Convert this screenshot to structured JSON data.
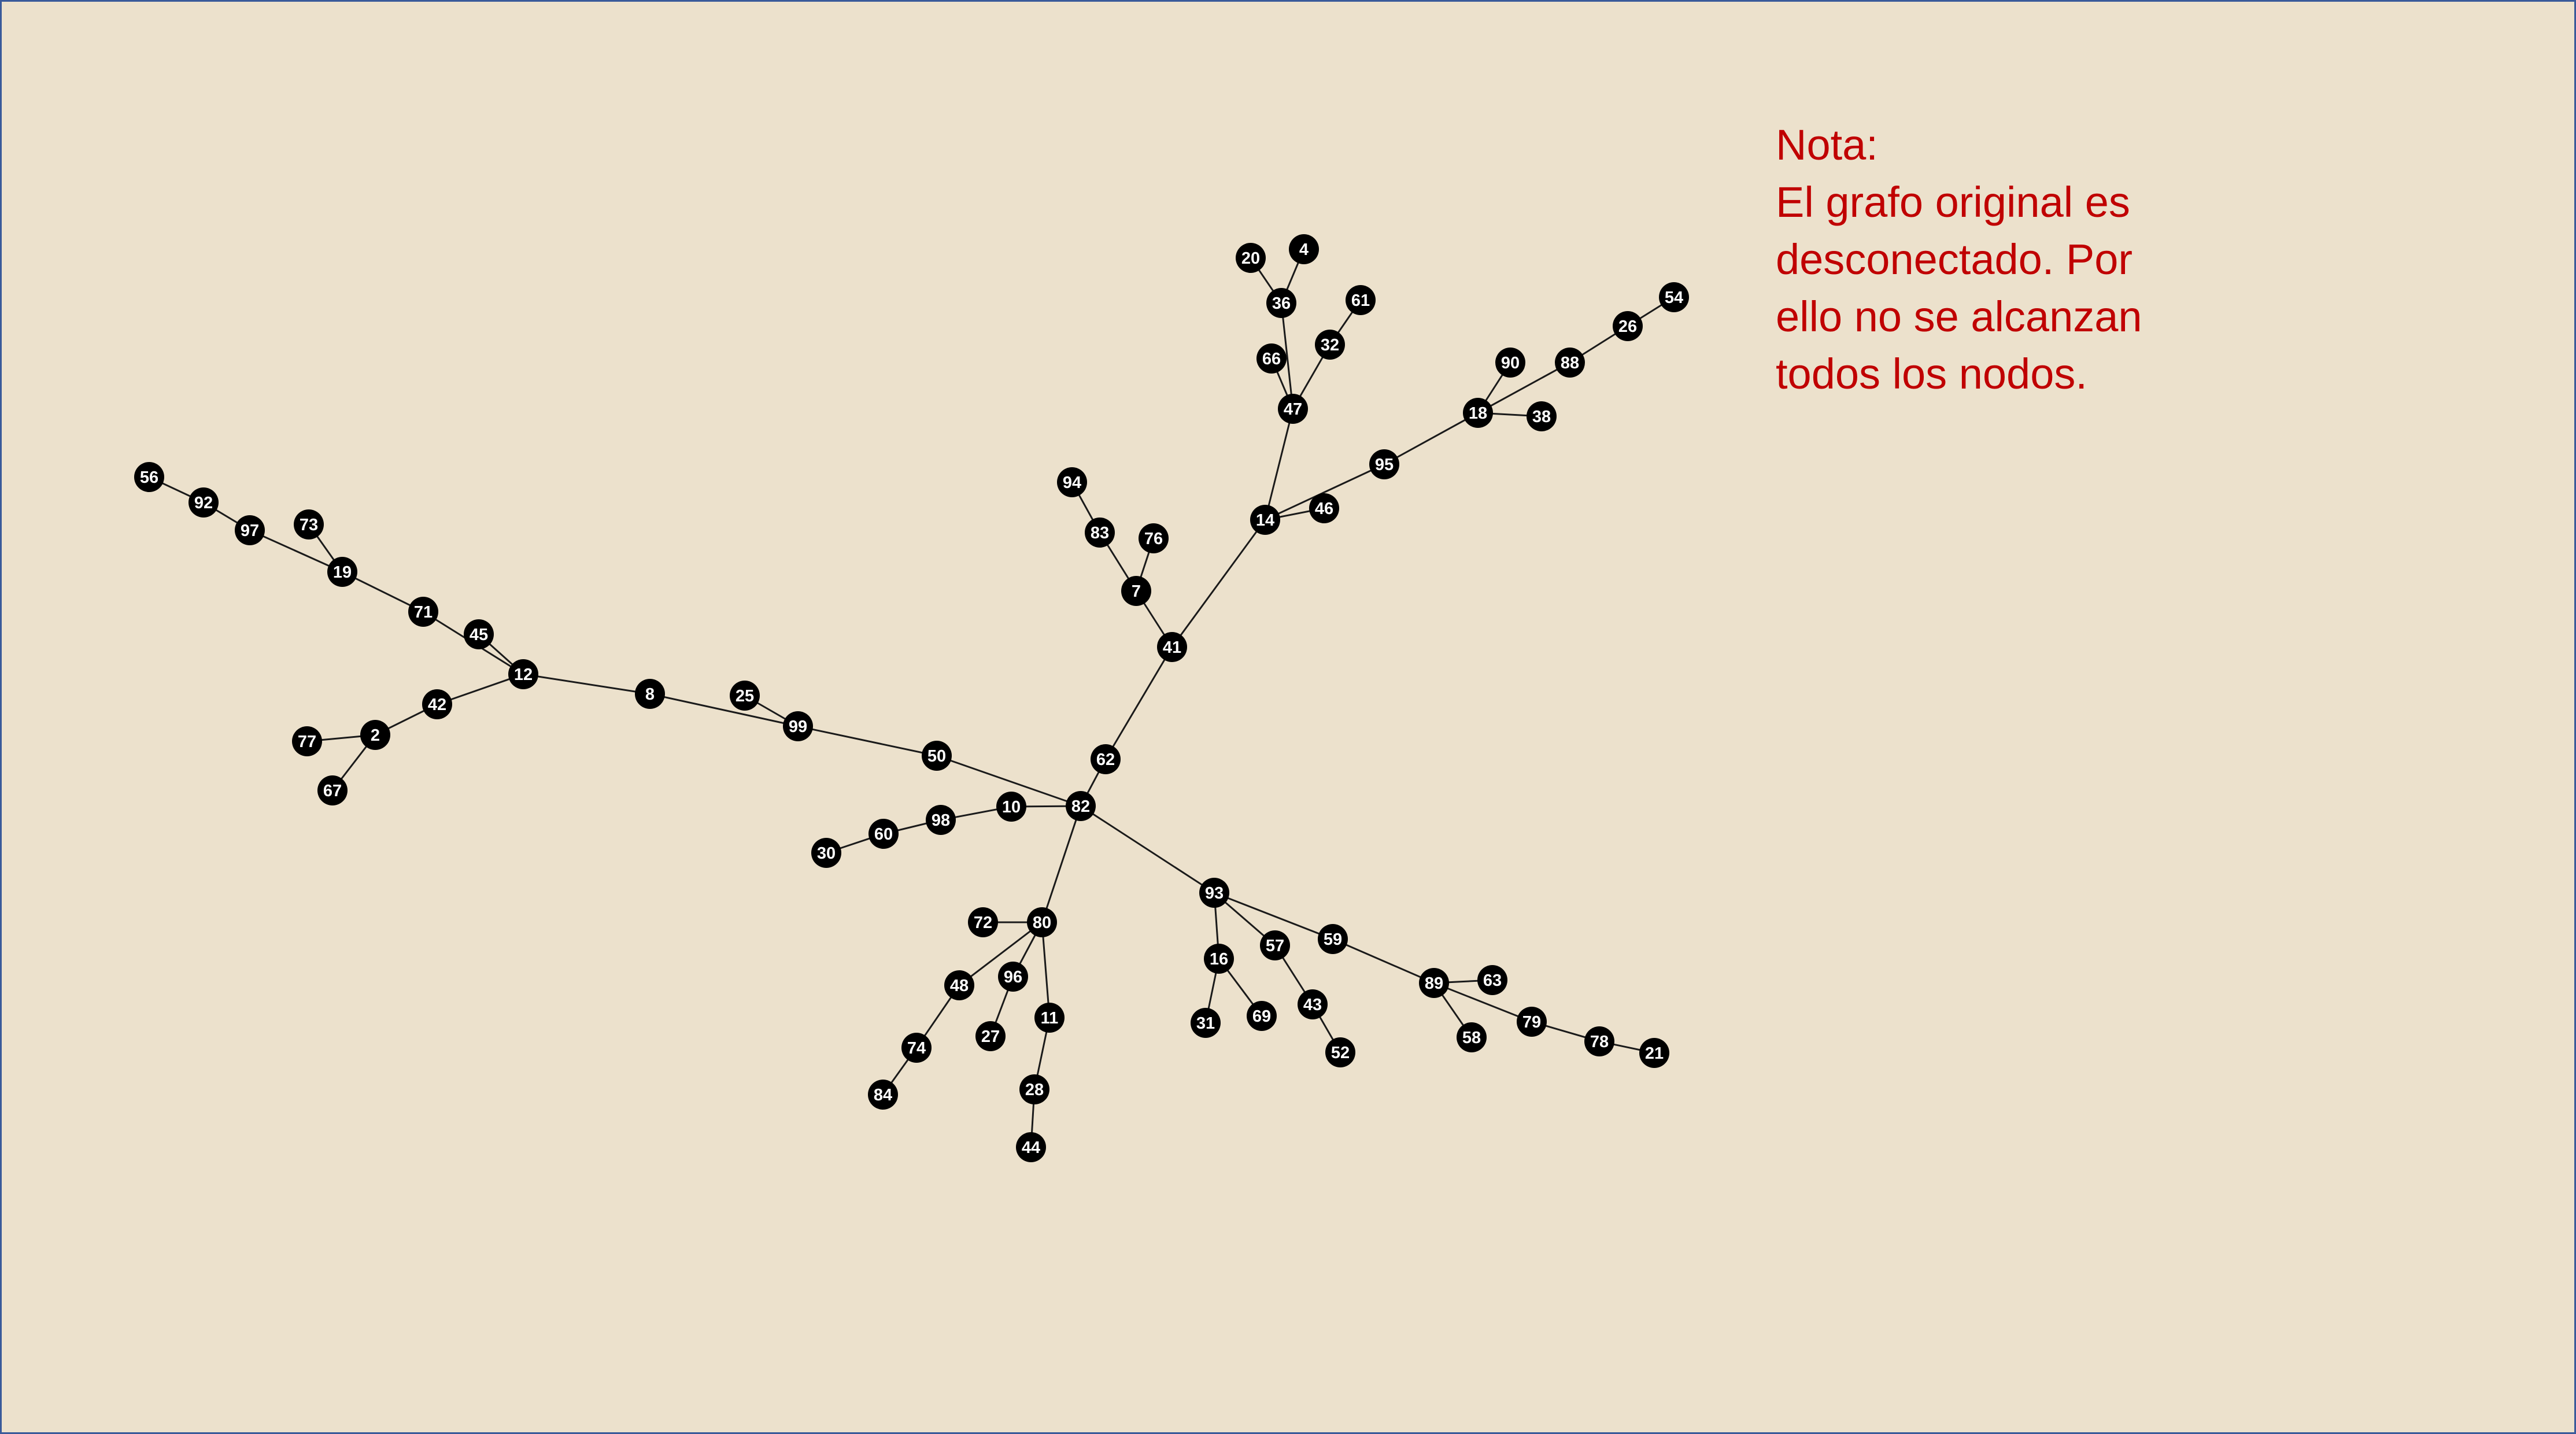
{
  "note": {
    "lines": [
      "Nota:",
      "El grafo original es",
      "desconectado. Por",
      "ello no se alcanzan",
      "todos los nodos."
    ]
  },
  "graph": {
    "nodes": [
      "82",
      "62",
      "41",
      "7",
      "83",
      "94",
      "76",
      "14",
      "47",
      "36",
      "20",
      "4",
      "66",
      "32",
      "61",
      "46",
      "95",
      "18",
      "90",
      "88",
      "26",
      "54",
      "38",
      "50",
      "99",
      "25",
      "8",
      "12",
      "45",
      "71",
      "19",
      "73",
      "97",
      "92",
      "56",
      "42",
      "2",
      "77",
      "67",
      "10",
      "98",
      "60",
      "30",
      "80",
      "72",
      "48",
      "74",
      "84",
      "96",
      "27",
      "11",
      "28",
      "44",
      "93",
      "16",
      "31",
      "69",
      "57",
      "43",
      "52",
      "59",
      "89",
      "63",
      "58",
      "79",
      "78",
      "21"
    ],
    "edges": [
      [
        "82",
        "62"
      ],
      [
        "62",
        "41"
      ],
      [
        "41",
        "7"
      ],
      [
        "7",
        "83"
      ],
      [
        "83",
        "94"
      ],
      [
        "7",
        "76"
      ],
      [
        "41",
        "14"
      ],
      [
        "14",
        "47"
      ],
      [
        "47",
        "36"
      ],
      [
        "36",
        "20"
      ],
      [
        "36",
        "4"
      ],
      [
        "47",
        "66"
      ],
      [
        "47",
        "32"
      ],
      [
        "32",
        "61"
      ],
      [
        "14",
        "46"
      ],
      [
        "14",
        "95"
      ],
      [
        "95",
        "18"
      ],
      [
        "18",
        "90"
      ],
      [
        "18",
        "88"
      ],
      [
        "88",
        "26"
      ],
      [
        "26",
        "54"
      ],
      [
        "18",
        "38"
      ],
      [
        "82",
        "50"
      ],
      [
        "50",
        "99"
      ],
      [
        "99",
        "25"
      ],
      [
        "99",
        "8"
      ],
      [
        "8",
        "12"
      ],
      [
        "12",
        "45"
      ],
      [
        "12",
        "71"
      ],
      [
        "71",
        "19"
      ],
      [
        "19",
        "73"
      ],
      [
        "19",
        "97"
      ],
      [
        "97",
        "92"
      ],
      [
        "92",
        "56"
      ],
      [
        "12",
        "42"
      ],
      [
        "42",
        "2"
      ],
      [
        "2",
        "77"
      ],
      [
        "2",
        "67"
      ],
      [
        "82",
        "10"
      ],
      [
        "10",
        "98"
      ],
      [
        "98",
        "60"
      ],
      [
        "60",
        "30"
      ],
      [
        "82",
        "80"
      ],
      [
        "80",
        "72"
      ],
      [
        "80",
        "48"
      ],
      [
        "48",
        "74"
      ],
      [
        "74",
        "84"
      ],
      [
        "80",
        "96"
      ],
      [
        "96",
        "27"
      ],
      [
        "80",
        "11"
      ],
      [
        "11",
        "28"
      ],
      [
        "28",
        "44"
      ],
      [
        "82",
        "93"
      ],
      [
        "93",
        "16"
      ],
      [
        "16",
        "31"
      ],
      [
        "16",
        "69"
      ],
      [
        "93",
        "57"
      ],
      [
        "57",
        "43"
      ],
      [
        "43",
        "52"
      ],
      [
        "93",
        "59"
      ],
      [
        "59",
        "89"
      ],
      [
        "89",
        "63"
      ],
      [
        "89",
        "58"
      ],
      [
        "89",
        "79"
      ],
      [
        "79",
        "78"
      ],
      [
        "78",
        "21"
      ]
    ]
  }
}
